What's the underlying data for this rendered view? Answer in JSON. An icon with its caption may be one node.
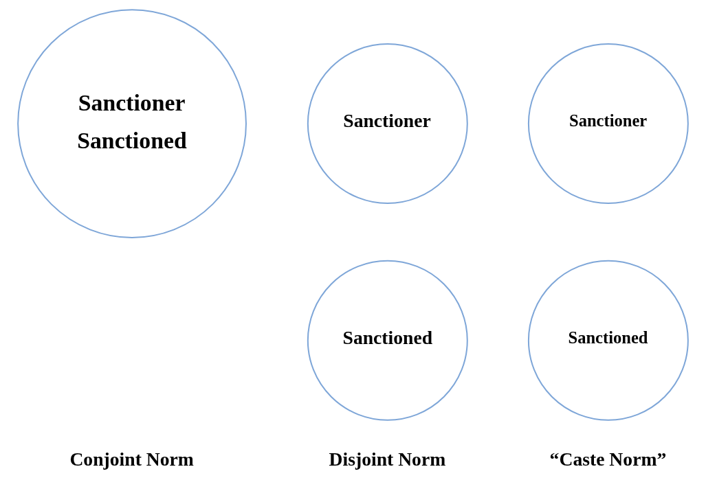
{
  "diagram": {
    "nodes": [
      {
        "text": [
          "Sanctioner",
          "Sanctioned"
        ]
      },
      {
        "text": [
          "Sanctioner"
        ]
      },
      {
        "text": [
          "Sanctioned"
        ]
      },
      {
        "text": [
          "Sanctioner"
        ]
      },
      {
        "text": [
          "Sanctioned"
        ]
      }
    ],
    "edges": [],
    "labels": [
      "Conjoint Norm",
      "Disjoint Norm",
      "“Caste Norm”"
    ]
  }
}
